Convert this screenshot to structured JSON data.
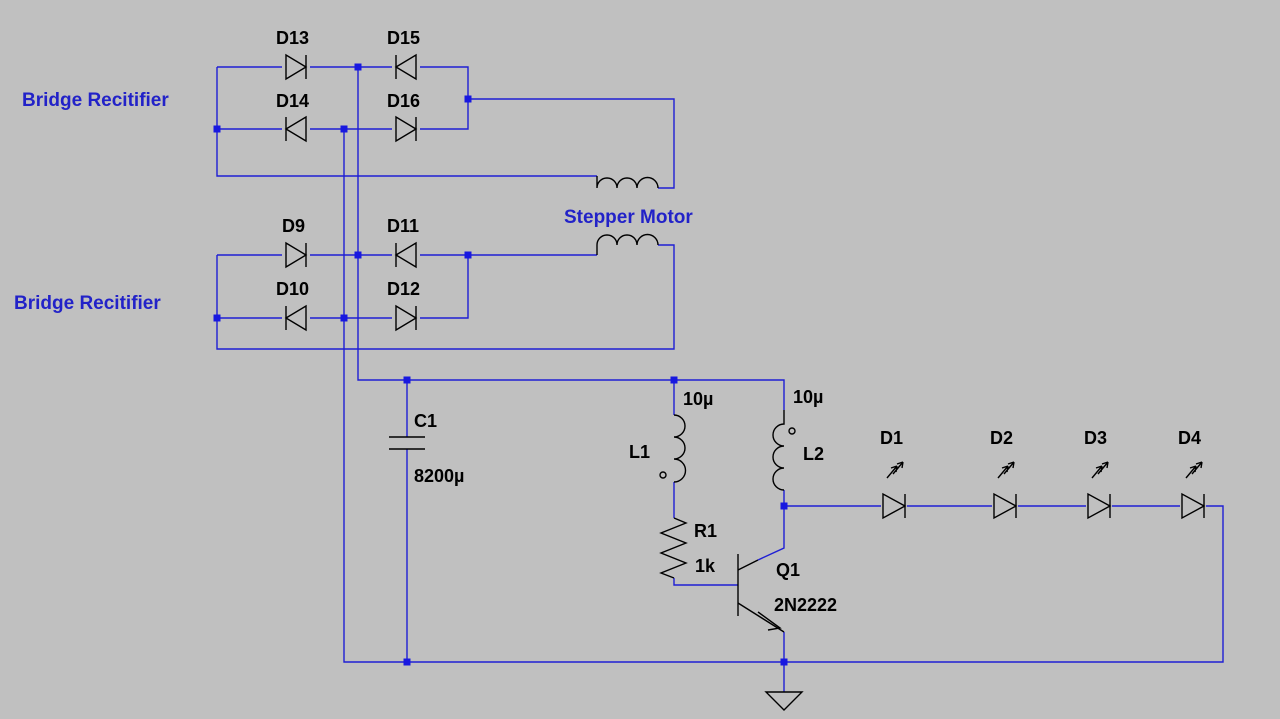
{
  "notes": {
    "bridge_top": "Bridge Recitifier",
    "bridge_bottom": "Bridge Recitifier",
    "motor": "Stepper Motor"
  },
  "components": {
    "d13": "D13",
    "d14": "D14",
    "d15": "D15",
    "d16": "D16",
    "d9": "D9",
    "d10": "D10",
    "d11": "D11",
    "d12": "D12",
    "c1": "C1",
    "c1_value": "8200µ",
    "l1": "L1",
    "l1_value": "10µ",
    "l2": "L2",
    "l2_value": "10µ",
    "r1": "R1",
    "r1_value": "1k",
    "q1": "Q1",
    "q1_value": "2N2222",
    "d1": "D1",
    "d2": "D2",
    "d3": "D3",
    "d4": "D4"
  },
  "colors": {
    "background": "#c0c0c0",
    "wire": "#1f1fd4",
    "symbol": "#000000",
    "note_text": "#2222c8"
  }
}
